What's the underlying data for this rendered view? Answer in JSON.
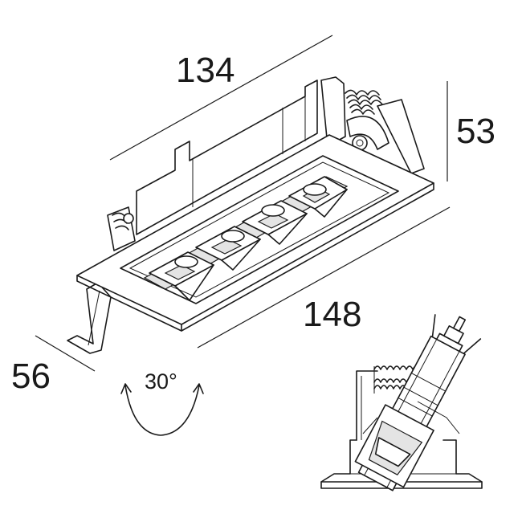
{
  "dimensions": {
    "length_top": "134",
    "length_bottom": "148",
    "height": "53",
    "width": "56",
    "tilt_angle": "30°"
  },
  "led_count": 4,
  "colors": {
    "line": "#1a1a1a",
    "background": "#ffffff",
    "shade": "#e4e4e4"
  }
}
